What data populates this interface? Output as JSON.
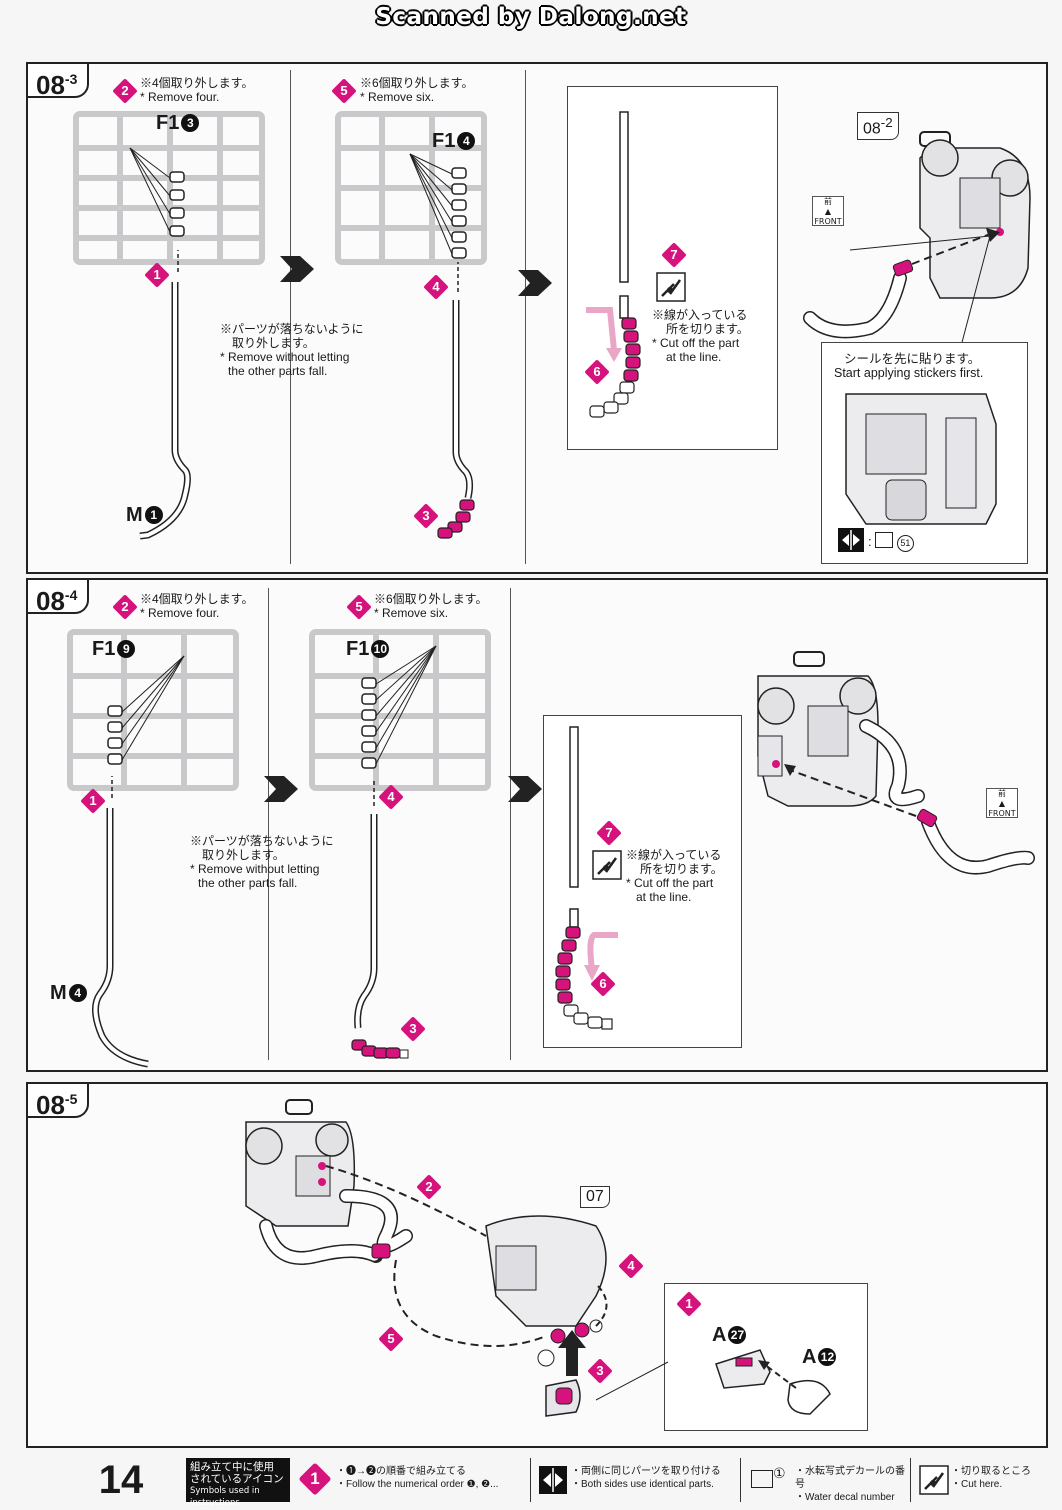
{
  "watermark": "Scanned by Dalong.net",
  "steps": {
    "s083": {
      "id": "08",
      "sub": "-3",
      "remove_four_jp": "※4個取り外します。",
      "remove_four_en": "* Remove four.",
      "runner_a": "F1",
      "runner_a_num": "3",
      "remove_six_jp": "※6個取り外します。",
      "remove_six_en": "* Remove six.",
      "runner_b": "F1",
      "runner_b_num": "4",
      "careful_jp_1": "※パーツが落ちないように",
      "careful_jp_2": "取り外します。",
      "careful_en_1": "* Remove without letting",
      "careful_en_2": "the other parts fall.",
      "part_m": "M",
      "part_m_num": "1",
      "cut_jp_1": "※線が入っている",
      "cut_jp_2": "所を切ります。",
      "cut_en_1": "* Cut off the part",
      "cut_en_2": "at the line.",
      "ref": "08",
      "ref_sub": "-2",
      "front_jp": "前",
      "front_en": "FRONT",
      "sticker_jp": "シールを先に貼ります。",
      "sticker_en": "Start applying stickers first.",
      "sticker_num": "51"
    },
    "s084": {
      "id": "08",
      "sub": "-4",
      "remove_four_jp": "※4個取り外します。",
      "remove_four_en": "* Remove four.",
      "runner_a": "F1",
      "runner_a_num": "9",
      "remove_six_jp": "※6個取り外します。",
      "remove_six_en": "* Remove six.",
      "runner_b": "F1",
      "runner_b_num": "10",
      "careful_jp_1": "※パーツが落ちないように",
      "careful_jp_2": "取り外します。",
      "careful_en_1": "* Remove without letting",
      "careful_en_2": "the other parts fall.",
      "part_m": "M",
      "part_m_num": "4",
      "cut_jp_1": "※線が入っている",
      "cut_jp_2": "所を切ります。",
      "cut_en_1": "* Cut off the part",
      "cut_en_2": "at the line.",
      "front_jp": "前",
      "front_en": "FRONT"
    },
    "s085": {
      "id": "08",
      "sub": "-5",
      "ref": "07",
      "part_a1": "A",
      "part_a1_num": "27",
      "part_a2": "A",
      "part_a2_num": "12"
    }
  },
  "substeps": [
    "1",
    "2",
    "3",
    "4",
    "5",
    "6",
    "7"
  ],
  "footer": {
    "page": "14",
    "title_jp_1": "組み立て中に使用",
    "title_jp_2": "されているアイコン",
    "title_en": "Symbols used in instructions",
    "i1_jp": "・❶→❷の順番で組み立てる",
    "i1_en": "・Follow the numerical order ❶, ❷...",
    "i2_jp": "・両側に同じパーツを取り付ける",
    "i2_en": "・Both sides use identical parts.",
    "i3_jp": "・水転写式デカールの番号",
    "i3_en": "・Water decal number",
    "i3_num": "①",
    "i4_jp": "・切り取るところ",
    "i4_en": "・Cut here."
  },
  "colors": {
    "accent": "#d6127c",
    "frame": "#222222"
  },
  "icons": [
    "cutter-icon",
    "front-icon",
    "both-sides-icon",
    "decal-icon",
    "step-diamond-icon",
    "arrow-right-icon"
  ]
}
